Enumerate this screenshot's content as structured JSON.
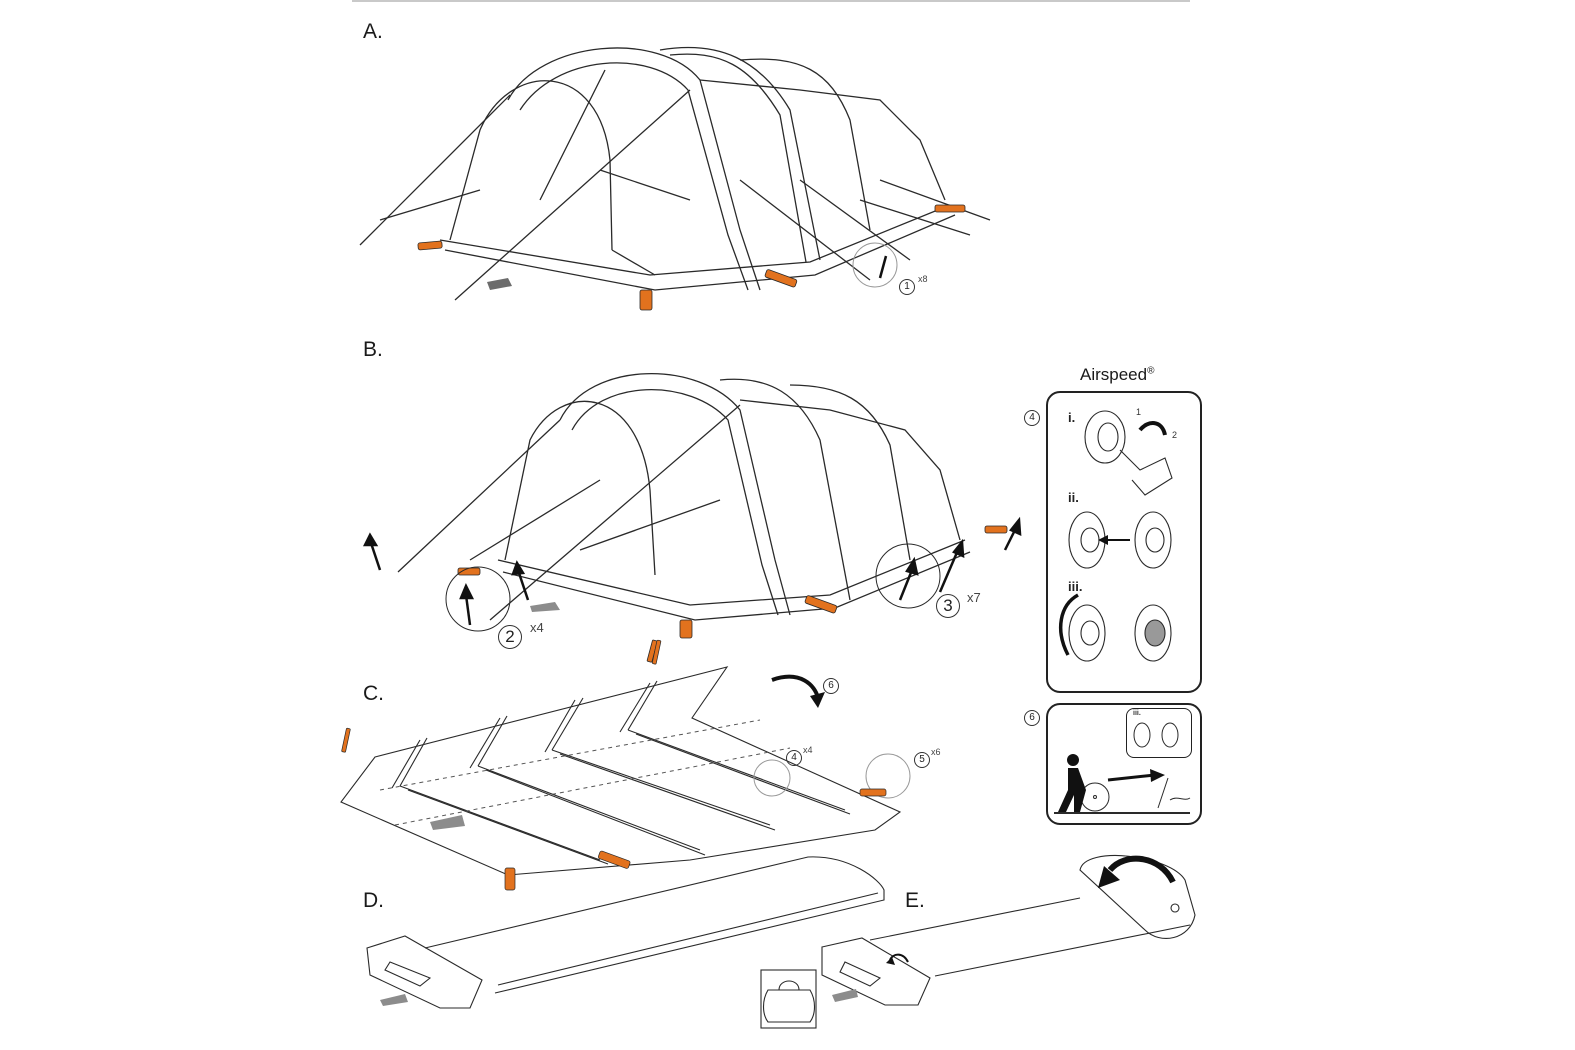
{
  "document": {
    "steps": [
      {
        "label": "A.",
        "badge": "1",
        "multiplier": "x8"
      },
      {
        "label": "B.",
        "badges": [
          {
            "badge": "2",
            "multiplier": "x4"
          },
          {
            "badge": "3",
            "multiplier": "x7"
          }
        ]
      },
      {
        "label": "C.",
        "badges": [
          {
            "badge": "4",
            "multiplier": "x4"
          },
          {
            "badge": "5",
            "multiplier": "x6"
          },
          {
            "badge": "6",
            "multiplier": ""
          }
        ]
      },
      {
        "label": "D."
      },
      {
        "label": "E."
      }
    ],
    "airspeed": {
      "title": "Airspeed",
      "trademark": "®",
      "panel4_badge": "4",
      "panel6_badge": "6",
      "substeps": [
        "i.",
        "ii.",
        "iii."
      ],
      "rotate_numbers": [
        "1",
        "2"
      ],
      "inset_label": "iii."
    },
    "colors": {
      "accent": "#e2721e",
      "line": "#2a2a2a",
      "arrow_gray": "#8c8c8c"
    }
  }
}
